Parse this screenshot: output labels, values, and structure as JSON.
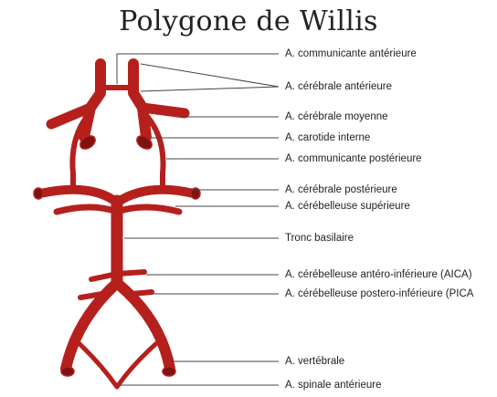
{
  "title": "Polygone de Willis",
  "labels": [
    {
      "key": "comm_ant",
      "text": "A. communicante antérieure"
    },
    {
      "key": "cerebrale_ant",
      "text": "A. cérébrale antérieure"
    },
    {
      "key": "cerebrale_moy",
      "text": "A. cérébrale moyenne"
    },
    {
      "key": "carotide",
      "text": "A. carotide interne"
    },
    {
      "key": "comm_post",
      "text": "A. communicante postérieure"
    },
    {
      "key": "cerebrale_post",
      "text": "A. cérébrale postérieure"
    },
    {
      "key": "cerebelleuse_sup",
      "text": "A. cérébelleuse supérieure"
    },
    {
      "key": "tronc",
      "text": "Tronc basilaire"
    },
    {
      "key": "aica",
      "text": "A. cérébelleuse antéro-inférieure (AICA)"
    },
    {
      "key": "pica",
      "text": "A. cérébelleuse postero-inférieure (PICA"
    },
    {
      "key": "vertebrale",
      "text": "A. vertébrale"
    },
    {
      "key": "spinale",
      "text": "A. spinale antérieure"
    }
  ],
  "colors": {
    "artery": "#b5201d",
    "artery_dark": "#7d1210",
    "leader": "#444444"
  }
}
